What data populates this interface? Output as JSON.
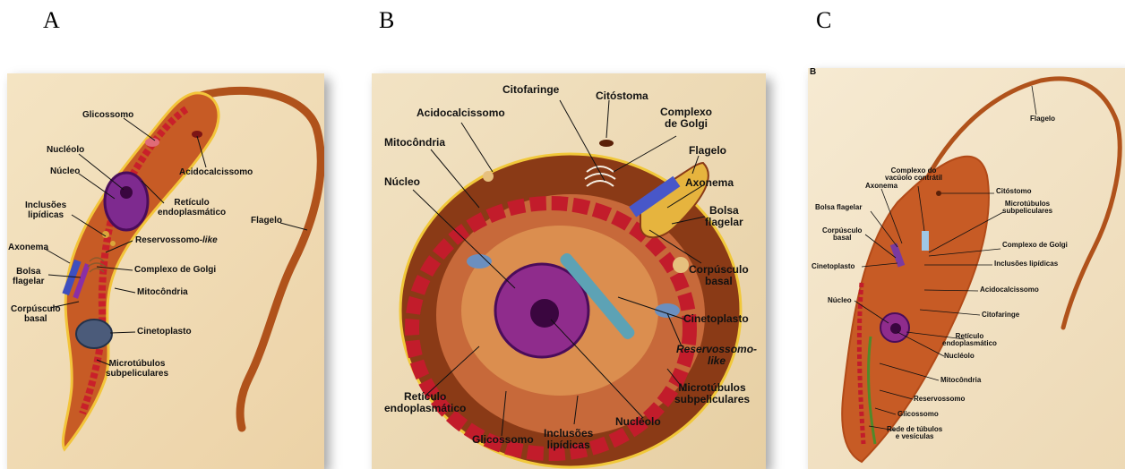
{
  "panels": {
    "a": {
      "letter": "A",
      "labels": {
        "glicossomo": "Glicossomo",
        "nucleolo": "Nucléolo",
        "nucleo": "Núcleo",
        "acidocalcissomo": "Acidocalcissomo",
        "reticulo": "Retículo\nendoplasmático",
        "inclusoes": "Inclusões\nlipídicas",
        "reservossomo": "Reservossomo-",
        "reservossomo_like": "like",
        "flagelo": "Flagelo",
        "axonema": "Axonema",
        "bolsa": "Bolsa\nflagelar",
        "golgi": "Complexo de Golgi",
        "mitocondria": "Mitocôndria",
        "corpusculo": "Corpúsculo\nbasal",
        "cinetoplasto": "Cinetoplasto",
        "microtubulos": "Microtúbulos\nsubpeliculares"
      }
    },
    "b": {
      "letter": "B",
      "labels": {
        "citofaringe": "Citofaringe",
        "citostoma": "Citóstoma",
        "acidocalcissomo": "Acidocalcissomo",
        "golgi": "Complexo\nde Golgi",
        "mitocondria": "Mitocôndria",
        "flagelo": "Flagelo",
        "nucleo": "Núcleo",
        "axonema": "Axonema",
        "bolsa": "Bolsa\nflagelar",
        "corpusculo": "Corpúsculo\nbasal",
        "cinetoplasto": "Cinetoplasto",
        "reservossomo": "Reservossomo-\nlike",
        "reticulo": "Retículo\nendoplasmático",
        "microtubulos": "Microtúbulos\nsubpeliculares",
        "nucleolo": "Nucléolo",
        "glicossomo": "Glicossomo",
        "inclusoes": "Inclusões\nlipídicas"
      }
    },
    "c": {
      "letter": "C",
      "corner": "B",
      "labels": {
        "flagelo": "Flagelo",
        "vacuolo": "Complexo do\nvacúolo contrátil",
        "citostomo": "Citóstomo",
        "axonema": "Axonema",
        "microtubulos": "Microtúbulos\nsubpeliculares",
        "bolsa": "Bolsa flagelar",
        "corpusculo": "Corpúsculo\nbasal",
        "golgi": "Complexo de Golgi",
        "inclusoes": "Inclusões lipídicas",
        "cinetoplasto": "Cinetoplasto",
        "acidocalcissomo": "Acidocalcissomo",
        "nucleo": "Núcleo",
        "citofaringe": "Citofaringe",
        "reticulo": "Retículo\nendoplasmático",
        "nucleolo": "Nucléolo",
        "mitocondria": "Mitocôndria",
        "reservossomo": "Reservossomo",
        "glicossomo": "Glicossomo",
        "rede": "Rede de túbulos\ne vesículas"
      }
    }
  }
}
